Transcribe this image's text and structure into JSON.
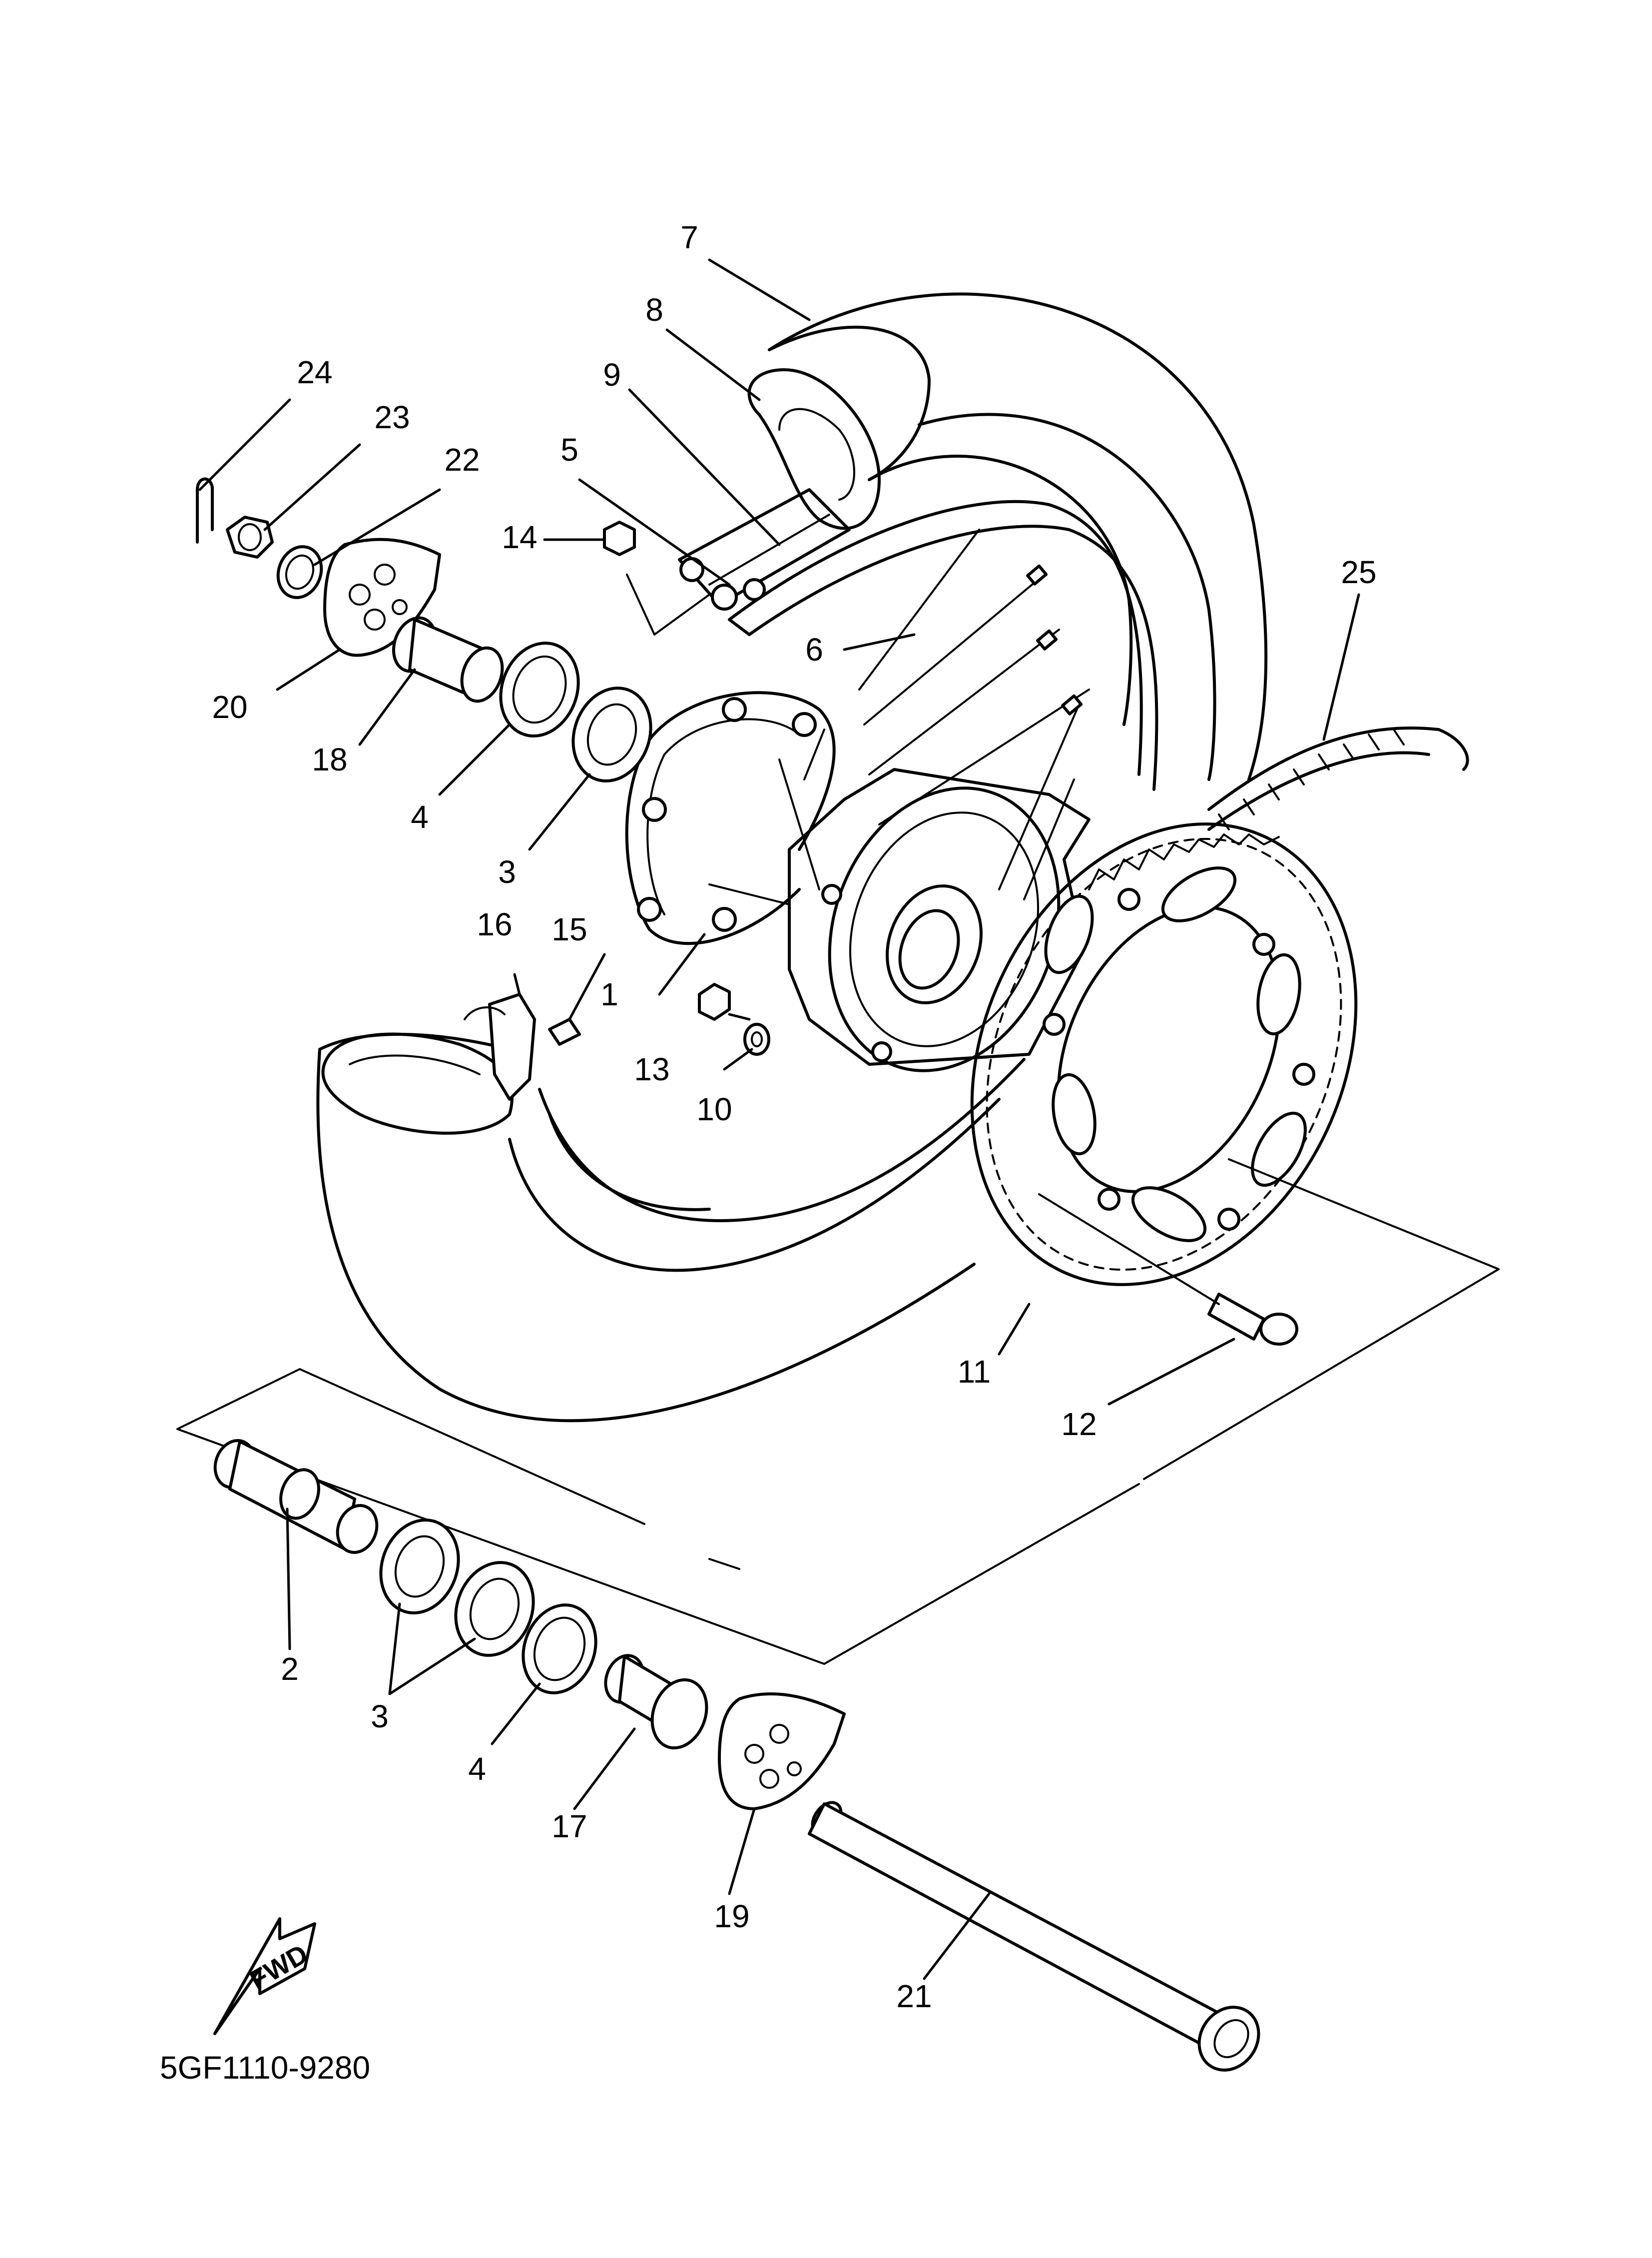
{
  "diagram": {
    "part_code": "5GF1110-9280",
    "direction_arrow": "FWD",
    "callouts": [
      {
        "id": "1",
        "label": "1"
      },
      {
        "id": "2",
        "label": "2"
      },
      {
        "id": "3a",
        "label": "3"
      },
      {
        "id": "3b",
        "label": "3"
      },
      {
        "id": "4a",
        "label": "4"
      },
      {
        "id": "4b",
        "label": "4"
      },
      {
        "id": "5",
        "label": "5"
      },
      {
        "id": "6",
        "label": "6"
      },
      {
        "id": "7",
        "label": "7"
      },
      {
        "id": "8",
        "label": "8"
      },
      {
        "id": "9",
        "label": "9"
      },
      {
        "id": "10",
        "label": "10"
      },
      {
        "id": "11",
        "label": "11"
      },
      {
        "id": "12",
        "label": "12"
      },
      {
        "id": "13",
        "label": "13"
      },
      {
        "id": "14",
        "label": "14"
      },
      {
        "id": "15",
        "label": "15"
      },
      {
        "id": "16",
        "label": "16"
      },
      {
        "id": "17",
        "label": "17"
      },
      {
        "id": "18",
        "label": "18"
      },
      {
        "id": "19",
        "label": "19"
      },
      {
        "id": "20",
        "label": "20"
      },
      {
        "id": "21",
        "label": "21"
      },
      {
        "id": "22",
        "label": "22"
      },
      {
        "id": "23",
        "label": "23"
      },
      {
        "id": "24",
        "label": "24"
      },
      {
        "id": "25",
        "label": "25"
      }
    ]
  }
}
